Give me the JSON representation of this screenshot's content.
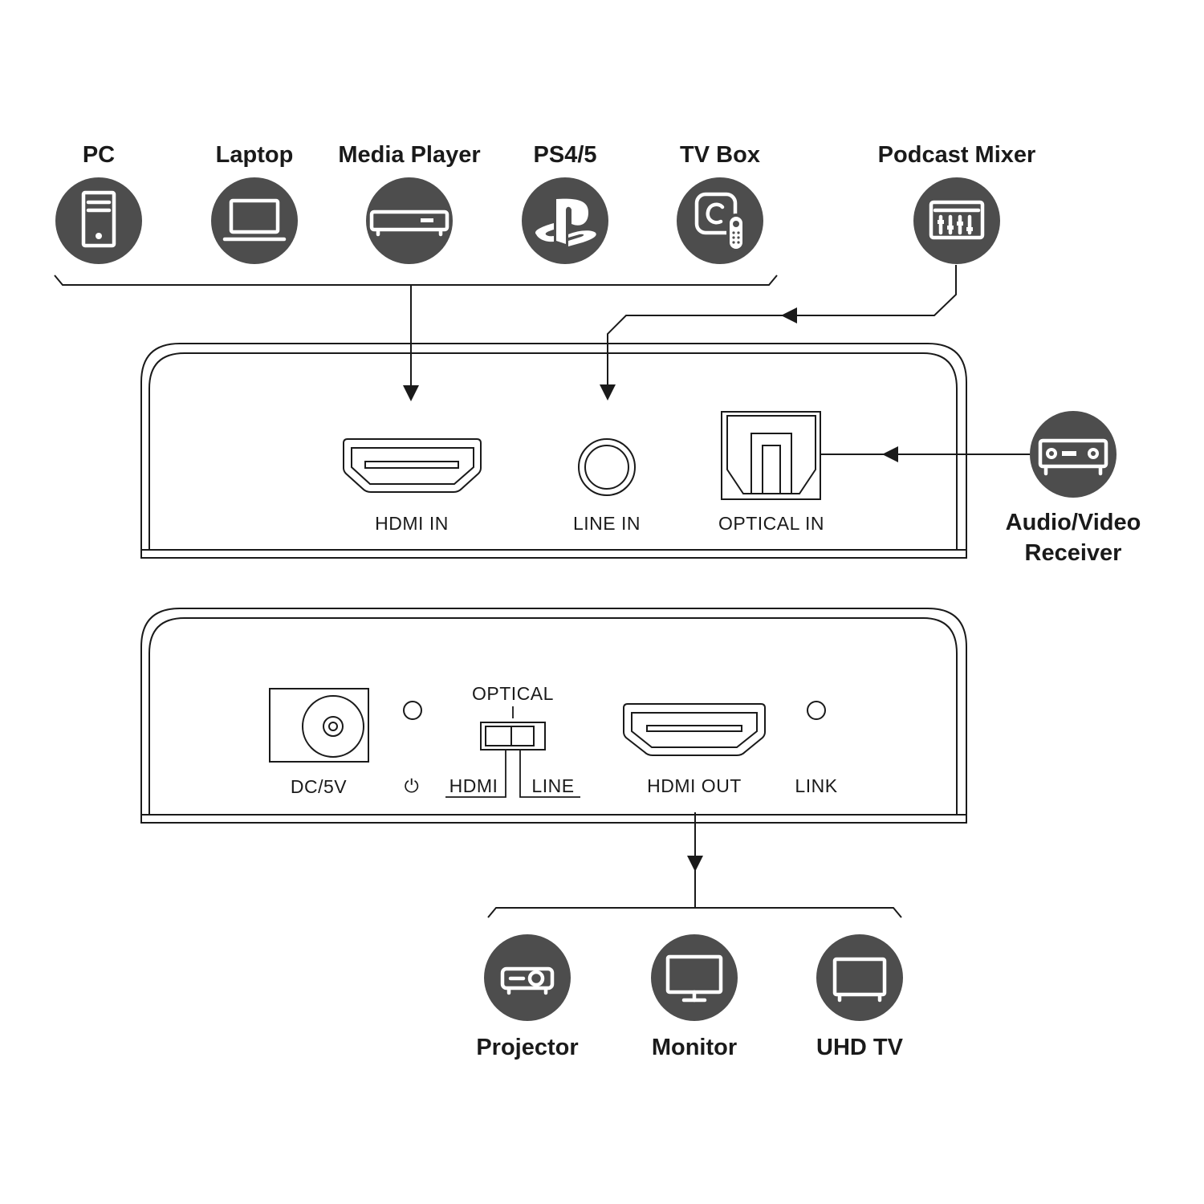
{
  "colors": {
    "icon_circle": "#4d4d4d",
    "line": "#1a1a1a",
    "background": "#ffffff"
  },
  "sources": [
    {
      "label": "PC",
      "icon": "pc-tower-icon"
    },
    {
      "label": "Laptop",
      "icon": "laptop-icon"
    },
    {
      "label": "Media Player",
      "icon": "media-player-icon"
    },
    {
      "label": "PS4/5",
      "icon": "playstation-icon"
    },
    {
      "label": "TV Box",
      "icon": "tv-box-remote-icon"
    },
    {
      "label": "Podcast Mixer",
      "icon": "mixer-sliders-icon"
    }
  ],
  "receiver": {
    "label_line1": "Audio/Video",
    "label_line2": "Receiver",
    "icon": "av-receiver-icon"
  },
  "input_panel": {
    "hdmi_in": "HDMI IN",
    "line_in": "LINE IN",
    "optical_in": "OPTICAL IN"
  },
  "output_panel": {
    "dc": "DC/5V",
    "power_symbol": "⏻",
    "switch_top": "OPTICAL",
    "switch_left": "HDMI",
    "switch_right": "LINE",
    "hdmi_out": "HDMI OUT",
    "link": "LINK"
  },
  "outputs": [
    {
      "label": "Projector",
      "icon": "projector-icon"
    },
    {
      "label": "Monitor",
      "icon": "monitor-icon"
    },
    {
      "label": "UHD TV",
      "icon": "tv-icon"
    }
  ]
}
